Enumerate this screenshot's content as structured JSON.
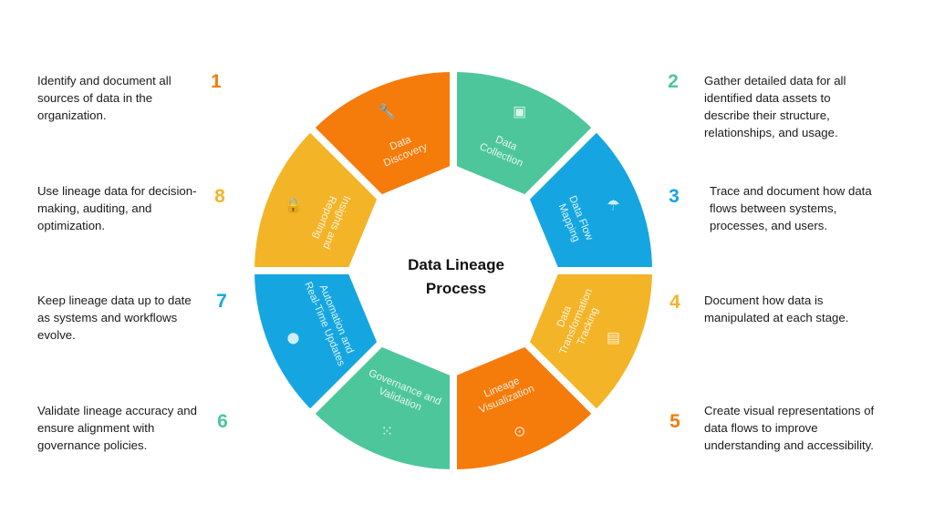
{
  "title": [
    "Data Lineage",
    "Process"
  ],
  "colors": {
    "orange": "#F57B0B",
    "green": "#4DC69B",
    "blue": "#15A6E1",
    "yellow": "#F4B428"
  },
  "steps": [
    {
      "number": "1",
      "label": "Data Discovery",
      "label_lines": [
        "Data",
        "Discovery"
      ],
      "icon": "wrench-icon",
      "color": "#F57B0B",
      "description": [
        "Identify and document all",
        "sources of data in the",
        "organization."
      ]
    },
    {
      "number": "2",
      "label": "Data Collection",
      "label_lines": [
        "Data",
        "Collection"
      ],
      "icon": "collection-icon",
      "color": "#4DC69B",
      "description": [
        "Gather detailed data for all",
        "identified data assets to",
        "describe their structure,",
        "relationships, and usage."
      ]
    },
    {
      "number": "3",
      "label": "Data Flow Mapping",
      "label_lines": [
        "Data Flow",
        "Mapping"
      ],
      "icon": "umbrella-icon",
      "color": "#15A6E1",
      "description": [
        "Trace and document how data",
        "flows between systems,",
        "processes, and users."
      ]
    },
    {
      "number": "4",
      "label": "Data Transformation Tracking",
      "label_lines": [
        "Data",
        "Transformation",
        "Tracking"
      ],
      "icon": "document-icon",
      "color": "#F4B428",
      "description": [
        "Document how data is",
        "manipulated at each stage."
      ]
    },
    {
      "number": "5",
      "label": "Lineage Visualization",
      "label_lines": [
        "Lineage",
        "Visualization"
      ],
      "icon": "magnifier-icon",
      "color": "#F57B0B",
      "description": [
        "Create visual representations of",
        "data flows to improve",
        "understanding and accessibility."
      ]
    },
    {
      "number": "6",
      "label": "Governance and Validation",
      "label_lines": [
        "Governance and",
        "Validation"
      ],
      "icon": "hand-dots-icon",
      "color": "#4DC69B",
      "description": [
        "Validate lineage accuracy and",
        "ensure alignment with",
        "governance policies."
      ]
    },
    {
      "number": "7",
      "label": "Automation and Real-Time Updates",
      "label_lines": [
        "Automation and",
        "Real-Time Updates"
      ],
      "icon": "user-chat-icon",
      "color": "#15A6E1",
      "description": [
        "Keep lineage data up to date",
        "as systems and workflows",
        "evolve."
      ]
    },
    {
      "number": "8",
      "label": "Insights and Reporting",
      "label_lines": [
        "Insights and",
        "Reporting"
      ],
      "icon": "lock-icon",
      "color": "#F4B428",
      "description": [
        "Use lineage data for decision-",
        "making, auditing, and",
        "optimization."
      ]
    }
  ]
}
